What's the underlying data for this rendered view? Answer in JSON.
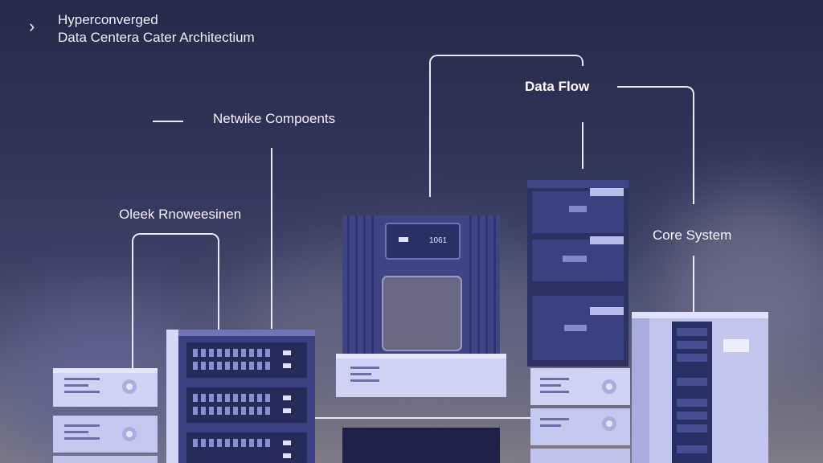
{
  "header": {
    "line1": "Hyperconverged",
    "line2": "Data Centera Cater Architectium",
    "nav_icon": "chevron-right-icon"
  },
  "labels": {
    "network_components": "Netwike Compoents",
    "oleek": "Oleek Rnoweesinen",
    "data_flow": "Data Flow",
    "core_system": "Core System",
    "display_code": "1061"
  },
  "colors": {
    "background_top": "#262a4a",
    "background_bottom": "#7f7b86",
    "server_light": "#cfd2f2",
    "server_dark": "#2d3262",
    "rack_blue": "#3e4484",
    "accent": "#8d93d4",
    "line": "#e8eaf8"
  }
}
